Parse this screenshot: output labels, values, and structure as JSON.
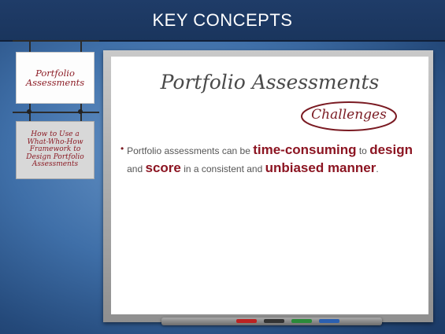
{
  "header": {
    "title": "KEY CONCEPTS"
  },
  "sidebar": {
    "cards": [
      {
        "label": "Portfolio Assessments"
      },
      {
        "label": "How to Use a What-Who-How Framework to Design Portfolio Assessments"
      }
    ]
  },
  "board": {
    "title": "Portfolio Assessments",
    "subtitle": "Challenges",
    "bullet": {
      "t1": "Portfolio assessments can be ",
      "e1": "time-consuming",
      "t2": " to ",
      "e2": "design",
      "t3": " and ",
      "e3": "score",
      "t4": " in a consistent and ",
      "e4": "unbiased manner",
      "t5": "."
    }
  },
  "colors": {
    "header": "#1f3c68",
    "accent": "#8c1522"
  }
}
